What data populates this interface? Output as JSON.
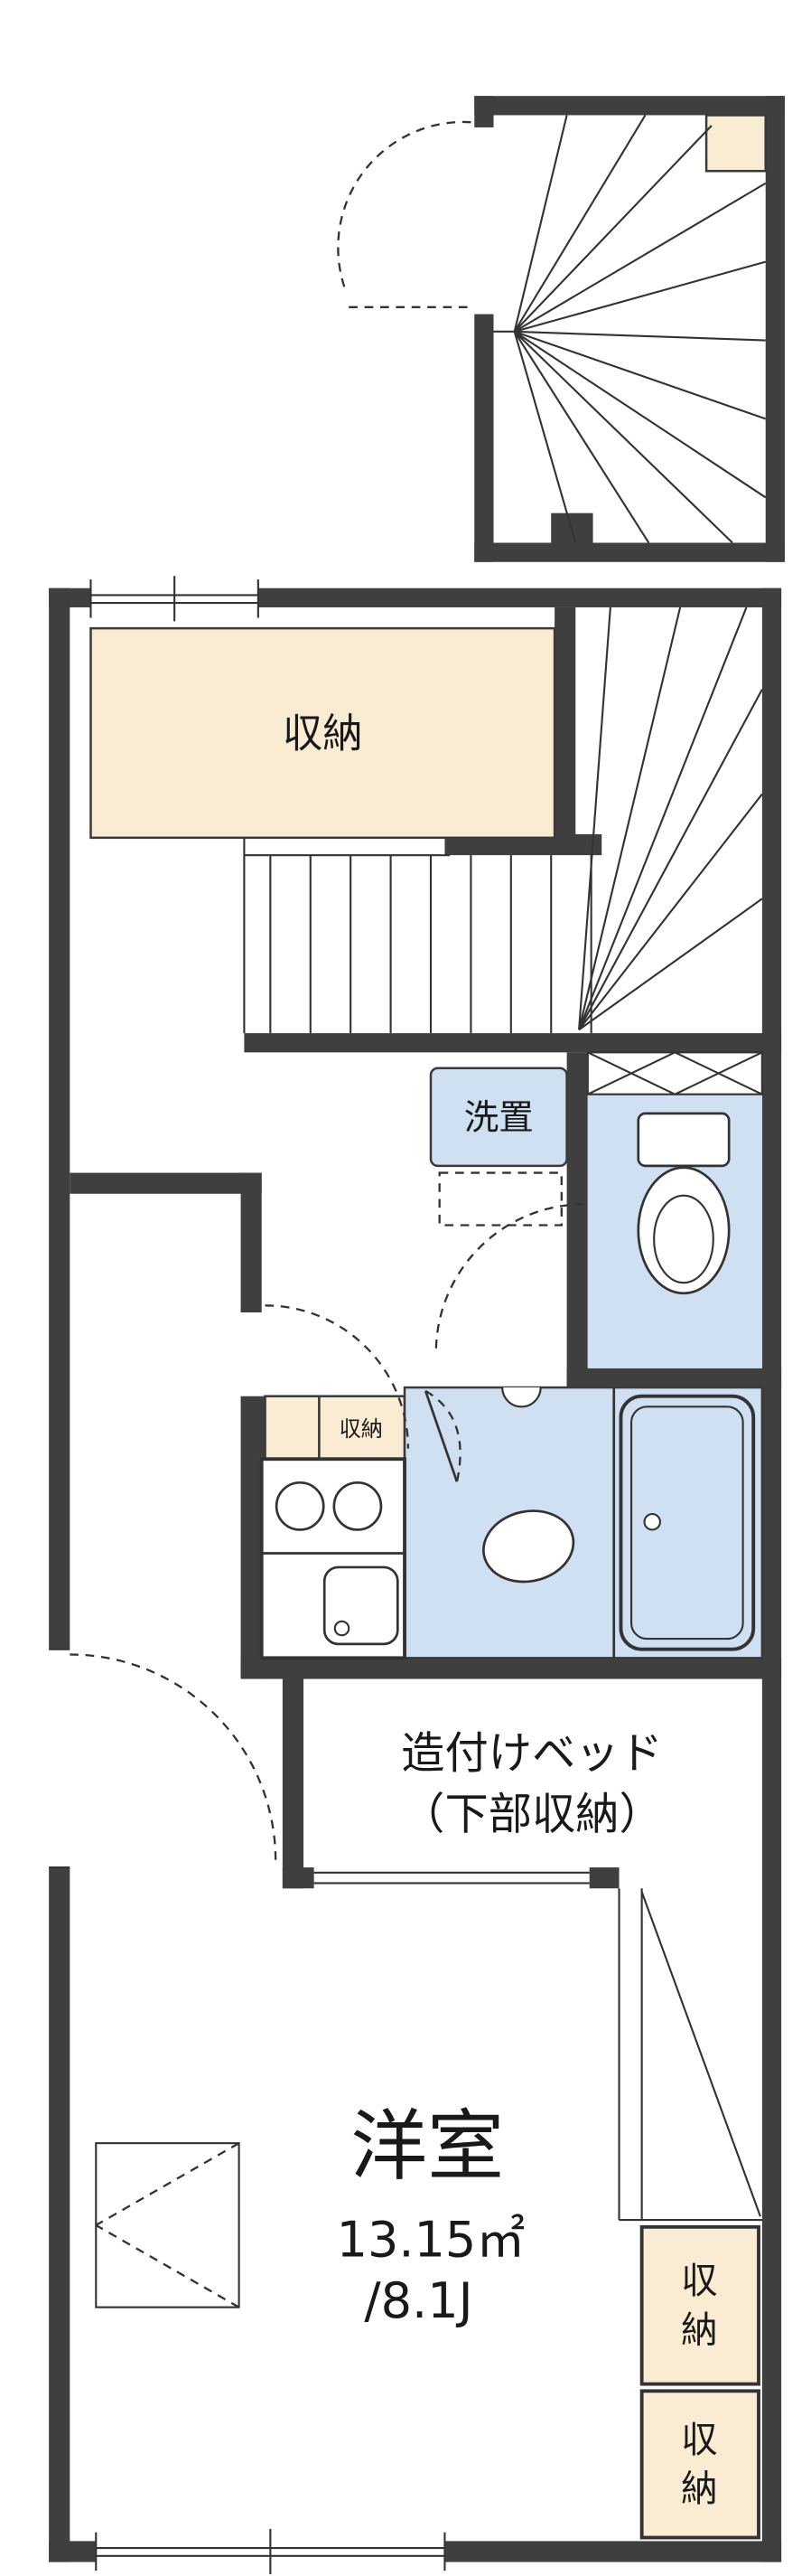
{
  "floorplan": {
    "labels": {
      "storage_main": "収納",
      "washer": "洗置",
      "storage_small": "収納",
      "bed_line1": "造付けベッド",
      "bed_line2": "（下部収納）",
      "room_name": "洋室",
      "room_area_m2": "13.15㎡",
      "room_area_jo": "/8.1J",
      "storage_vertical": [
        "収",
        "納"
      ]
    },
    "colors": {
      "wall": "#3f3f3f",
      "storage_fill": "#faecd2",
      "water_fill": "#cfe0f2",
      "line": "#333333",
      "text": "#191919"
    },
    "fixtures": [
      "staircase-winder",
      "staircase-straight",
      "toilet",
      "bathtub",
      "washbasin",
      "kitchen-stove",
      "kitchen-sink",
      "door-swing",
      "window",
      "built-in-bed",
      "closet"
    ]
  }
}
